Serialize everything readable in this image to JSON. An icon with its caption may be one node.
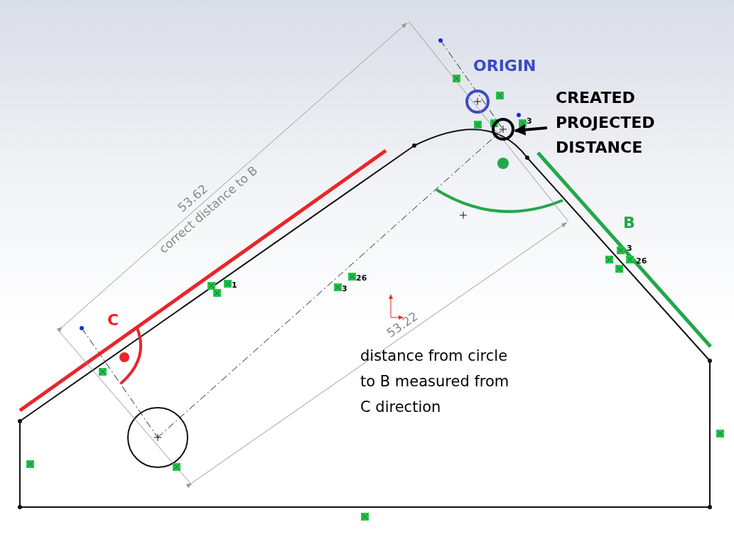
{
  "diagram": {
    "nodes": [
      {
        "text": [
          "CREATED PROJECTED DISTANCE"
        ]
      },
      {
        "text": [],
        "shape": "circle"
      }
    ],
    "edges": [
      {
        "from": 0,
        "to": 1,
        "arrow": "to"
      }
    ],
    "labels": [
      "53.62",
      "correct distance to B",
      "ORIGIN",
      "3",
      "B",
      "3",
      "26",
      "26",
      "1",
      "3",
      "C",
      "53.22",
      "distance from circle to B measured from C direction"
    ]
  }
}
